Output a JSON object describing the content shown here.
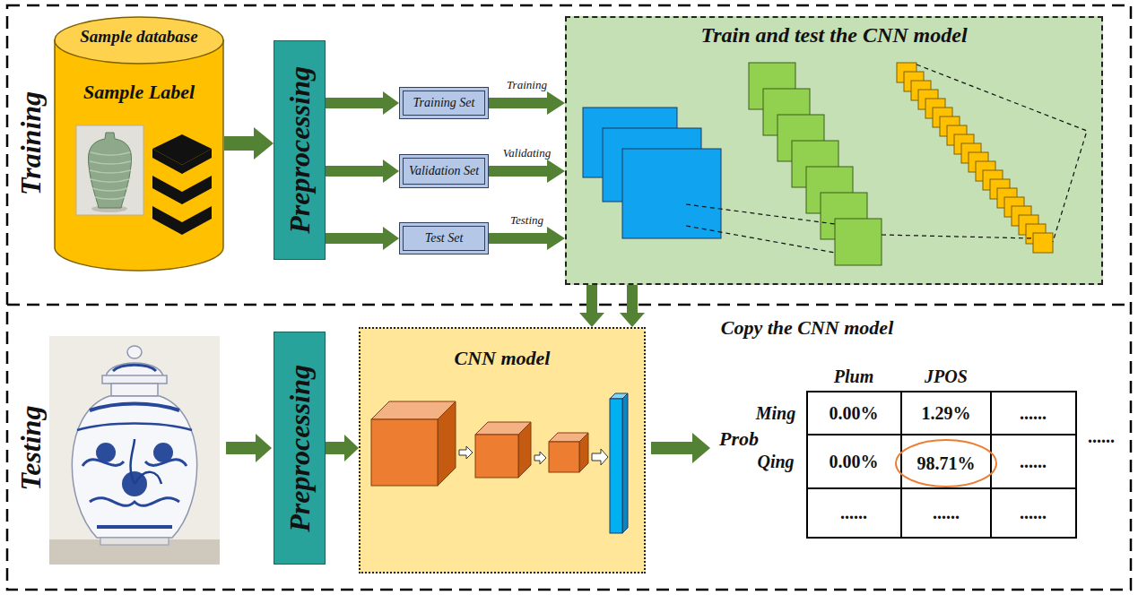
{
  "diagram": {
    "nodes": [
      {
        "text": [
          "Sample database",
          "Sample Label"
        ]
      },
      {
        "text": [
          "Preprocessing"
        ]
      },
      {
        "text": [
          "Training Set"
        ]
      },
      {
        "text": [
          "Validation Set"
        ]
      },
      {
        "text": [
          "Test Set"
        ]
      },
      {
        "text": [
          "Train and test the CNN model"
        ]
      },
      {
        "text": [
          "Preprocessing"
        ]
      },
      {
        "text": [
          "CNN model"
        ]
      }
    ],
    "edges": [
      {
        "from": 0,
        "to": 1,
        "arrow": "to"
      },
      {
        "from": 1,
        "to": 2,
        "arrow": "to"
      },
      {
        "from": 1,
        "to": 3,
        "arrow": "to"
      },
      {
        "from": 1,
        "to": 4,
        "arrow": "to"
      },
      {
        "from": 2,
        "to": 5,
        "label": "Training",
        "arrow": "to"
      },
      {
        "from": 3,
        "to": 5,
        "label": "Validating",
        "arrow": "to"
      },
      {
        "from": 4,
        "to": 5,
        "label": "Testing",
        "arrow": "to"
      },
      {
        "from": 5,
        "to": 7,
        "arrow": "to"
      },
      {
        "from": 5,
        "to": 7,
        "arrow": "to"
      },
      {
        "from": 6,
        "to": 7,
        "arrow": "to"
      }
    ],
    "labels": [
      "Training",
      "Testing",
      "Copy the CNN model",
      "Prob",
      "Plum",
      "JPOS",
      "Ming",
      "0.00%",
      "1.29%",
      "......",
      "......",
      "Qing",
      "0.00%",
      "98.71%",
      "......",
      "......",
      "......",
      "......"
    ]
  }
}
